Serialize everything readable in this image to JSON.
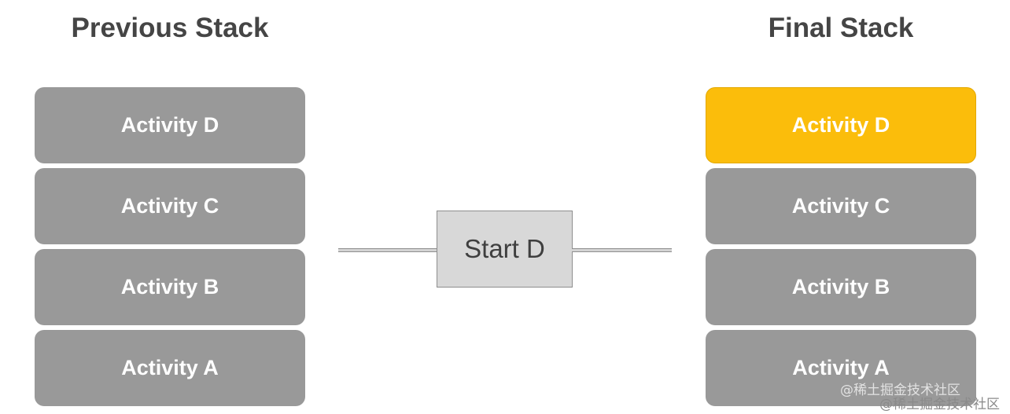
{
  "previous_stack": {
    "title": "Previous Stack",
    "items": [
      "Activity D",
      "Activity C",
      "Activity B",
      "Activity A"
    ]
  },
  "action": {
    "label": "Start D"
  },
  "final_stack": {
    "title": "Final Stack",
    "items": [
      "Activity D",
      "Activity C",
      "Activity B",
      "Activity A"
    ],
    "highlighted_index": 0
  },
  "colors": {
    "block": "#999999",
    "highlight": "#fbbd0b",
    "action_box": "#d8d8d8",
    "heading": "#454545"
  },
  "watermark": {
    "text": "@稀土掘金技术社区"
  }
}
